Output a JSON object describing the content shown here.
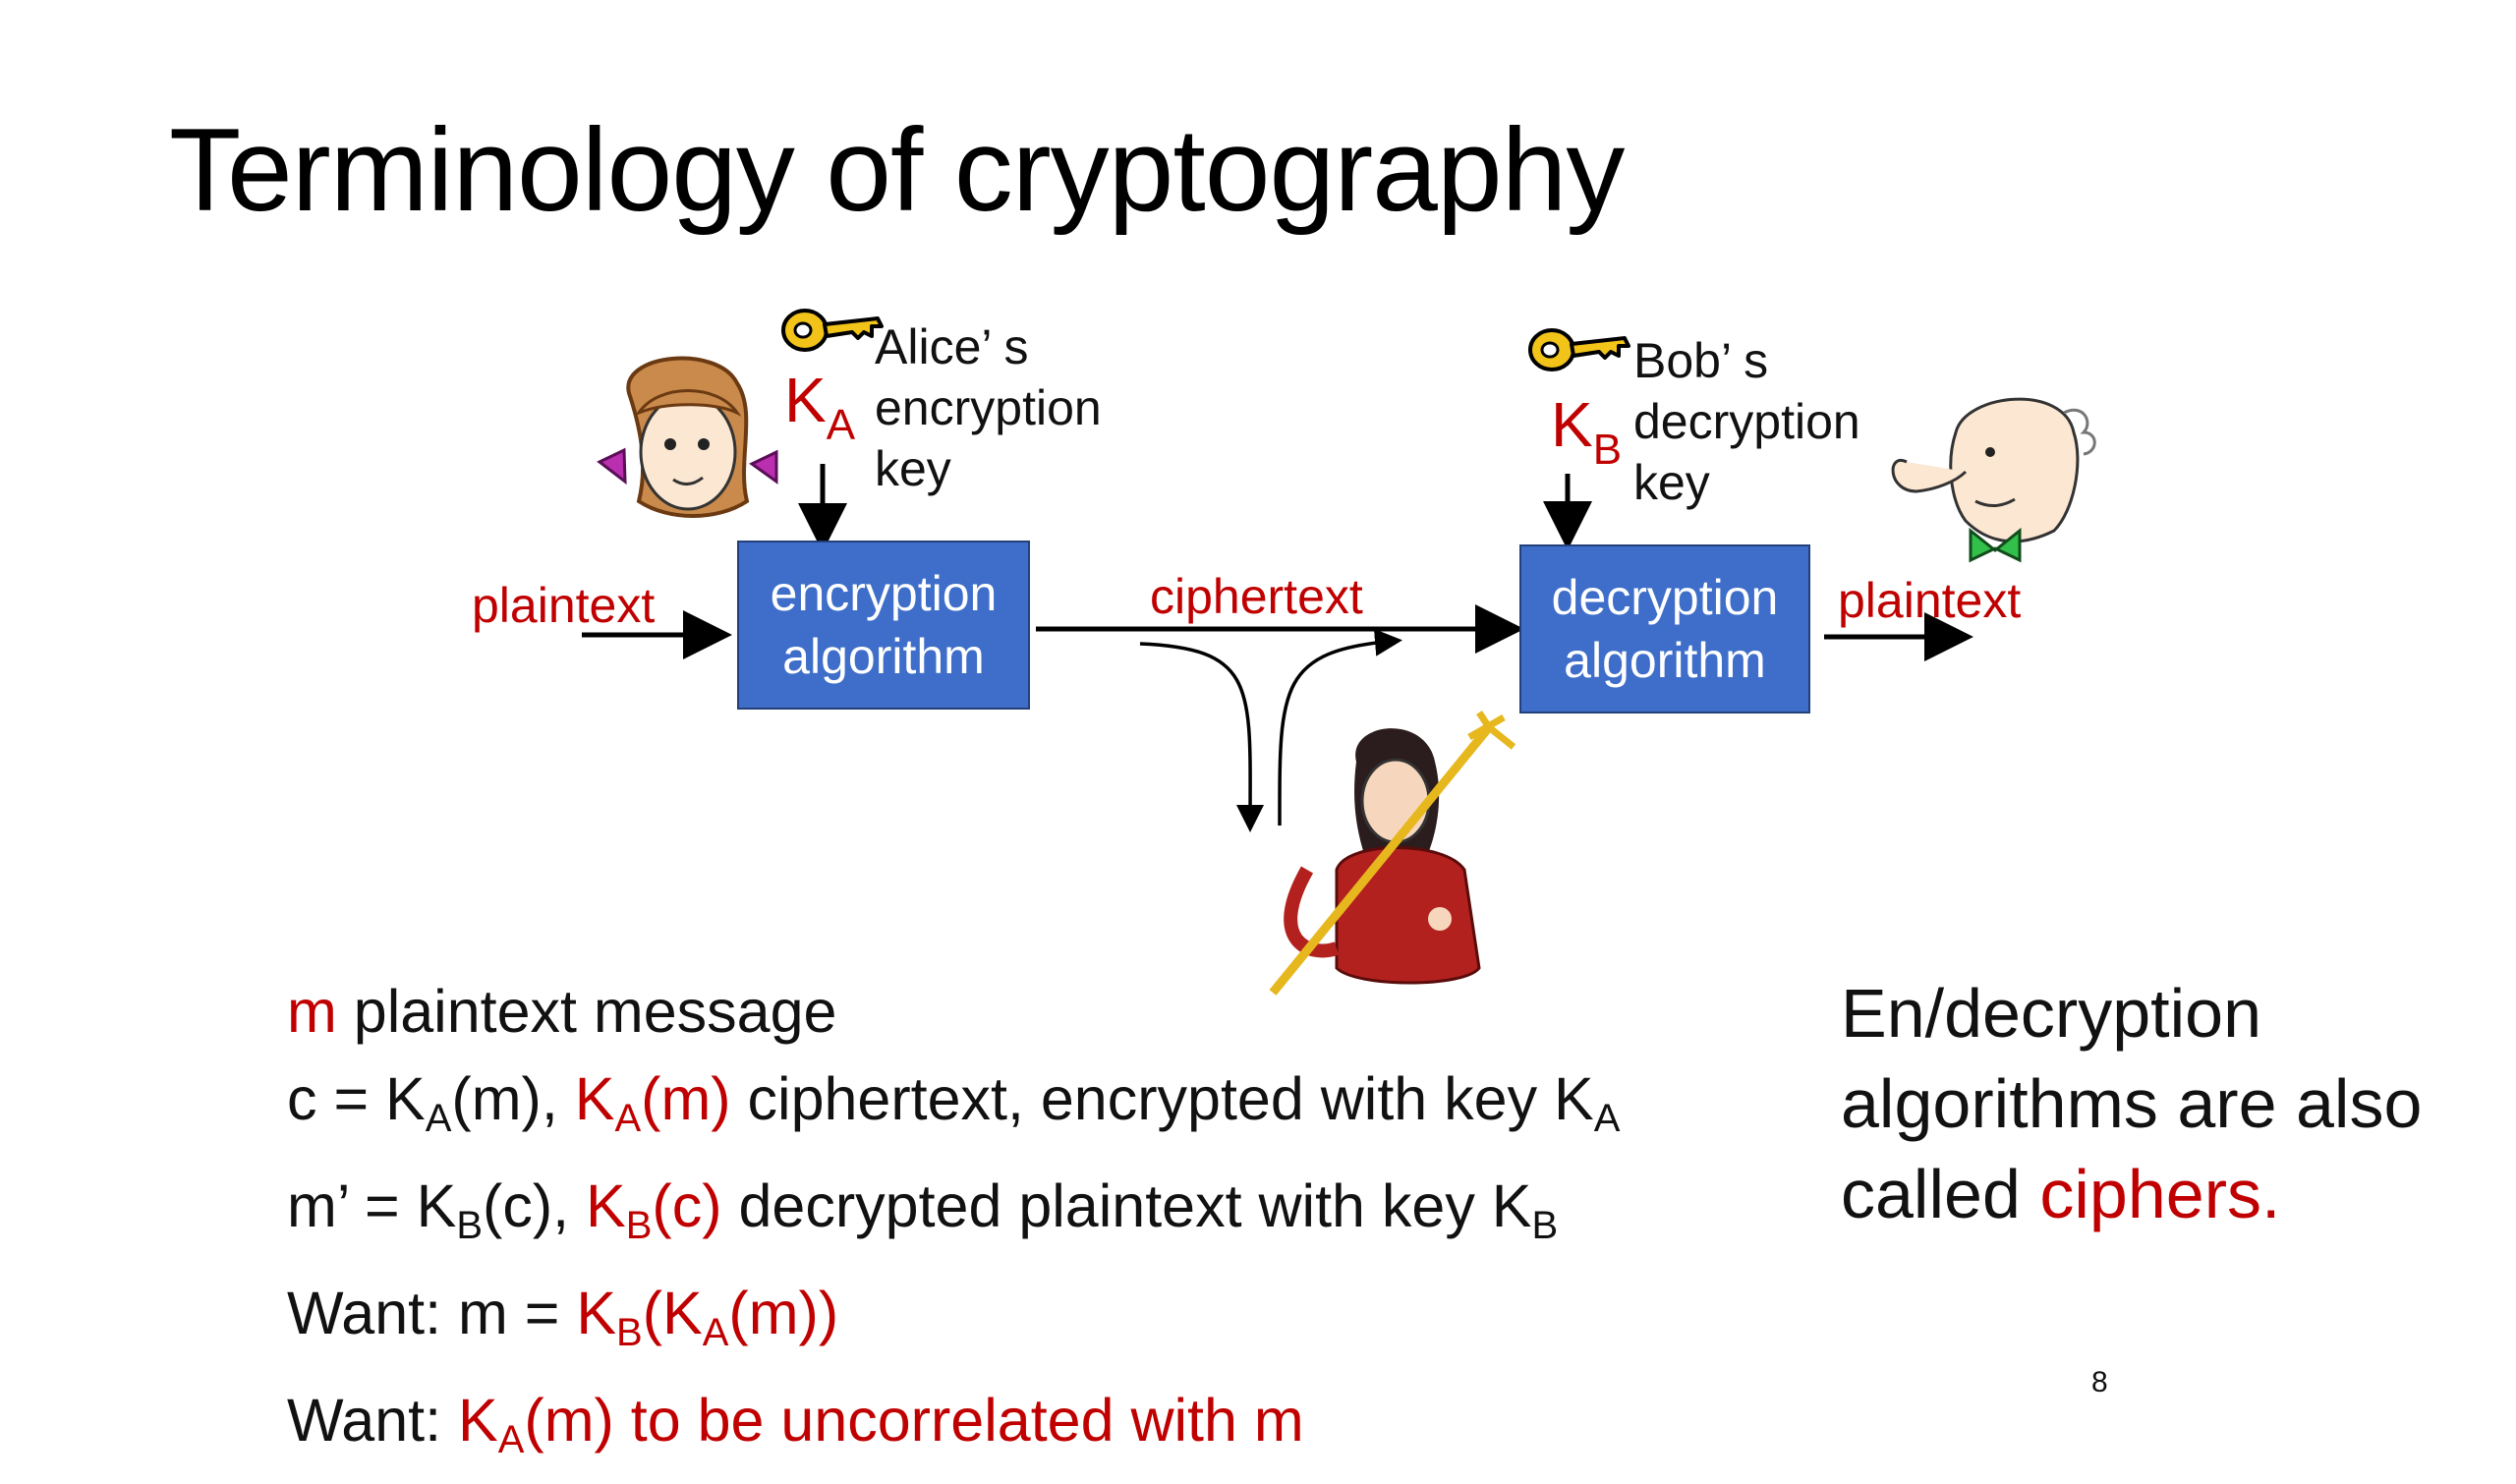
{
  "slide": {
    "title": "Terminology of cryptography",
    "page_number": "8"
  },
  "diagram": {
    "alice_key_label": [
      "Alice’ s",
      "encryption",
      "key"
    ],
    "bob_key_label": [
      "Bob’ s",
      "decryption",
      "key"
    ],
    "key_a_letter": "K",
    "key_a_sub": "A",
    "key_b_letter": "K",
    "key_b_sub": "B",
    "plaintext_in": "plaintext",
    "plaintext_out": "plaintext",
    "ciphertext": "ciphertext",
    "encryption_box": [
      "encryption",
      "algorithm"
    ],
    "decryption_box": [
      "decryption",
      "algorithm"
    ]
  },
  "notes": {
    "line1": {
      "m": "m",
      "rest": " plaintext message"
    },
    "line2": {
      "a": "c = K",
      "a_sub": "A",
      "b": "(m), ",
      "red": "K",
      "red_sub": "A",
      "red2": "(m)",
      "c": " ciphertext, encrypted with key K",
      "c_sub": "A"
    },
    "line3": {
      "a": "m’ = K",
      "a_sub": "B",
      "b": "(c), ",
      "red": "K",
      "red_sub": "B",
      "red2": "(c)",
      "c": " decrypted plaintext with key K",
      "c_sub": "B"
    },
    "line4": {
      "a": "Want: m = ",
      "r1": "K",
      "r1_sub": "B",
      "r2": "(K",
      "r2_sub": "A",
      "r3": "(m))"
    },
    "line5": {
      "a": "Want: ",
      "r1": "K",
      "r1_sub": "A",
      "r2": "(m) to be uncorrelated with m"
    }
  },
  "side_note": {
    "line1": "En/decryption",
    "line2": "algorithms are also",
    "line3a": "called ",
    "line3b": "ciphers."
  },
  "colors": {
    "accent_red": "#c00000",
    "box_blue": "#3e6ec9"
  }
}
